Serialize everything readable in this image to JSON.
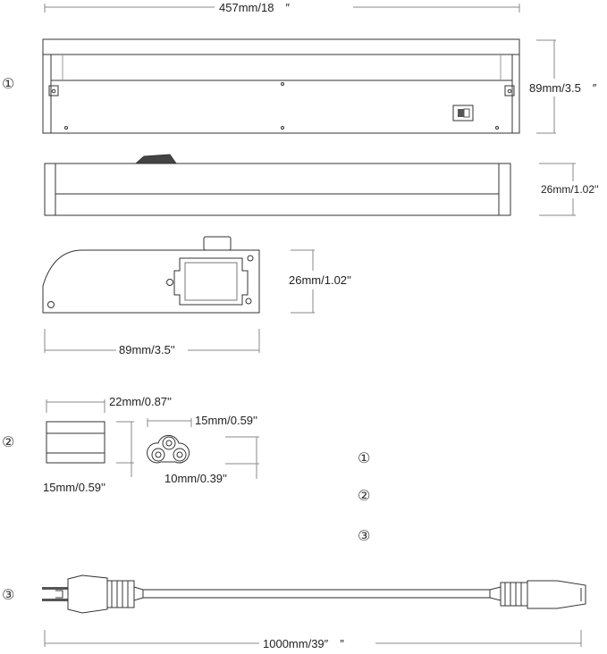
{
  "dimensions": {
    "top_width": "457mm/18　″",
    "top_height": "89mm/3.5　″",
    "side_height": "26mm/1.02''",
    "end_height": "26mm/1.02''",
    "end_width": "89mm/3.5''",
    "connector_width": "22mm/0.87''",
    "connector_height": "15mm/0.59''",
    "plug_width": "15mm/0.59''",
    "plug_height": "10mm/0.39''",
    "cord_length": "1000mm/39″　″"
  },
  "markers": {
    "one": "①",
    "two": "②",
    "three": "③"
  },
  "legend": {
    "one": "①",
    "two": "②",
    "three": "③"
  }
}
